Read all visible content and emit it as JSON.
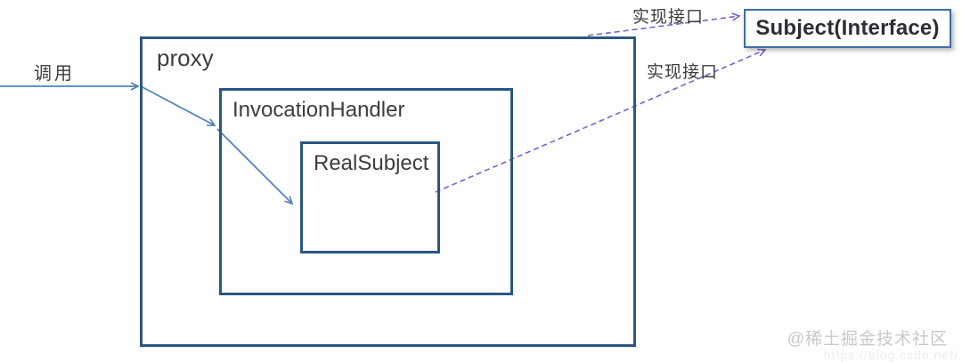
{
  "diagram": {
    "proxy_label": "proxy",
    "invocation_handler_label": "InvocationHandler",
    "real_subject_label": "RealSubject",
    "subject_label": "Subject(Interface)",
    "call_label": "调用",
    "implements_top_label": "实现接口",
    "implements_bottom_label": "实现接口"
  },
  "watermark": {
    "community": "@稀土掘金技术社区",
    "url_partial": "https://blog.csdn.net/"
  },
  "colors": {
    "box_border": "#2a5784",
    "subject_border": "#3c6ea5",
    "arrow_blue": "#4f81bd",
    "arrow_purple": "#7d5ec9",
    "label_text": "#3d3d3d",
    "subject_text": "#2d2d35",
    "watermark_text": "#c8c8c8",
    "url_text": "#ececec"
  }
}
